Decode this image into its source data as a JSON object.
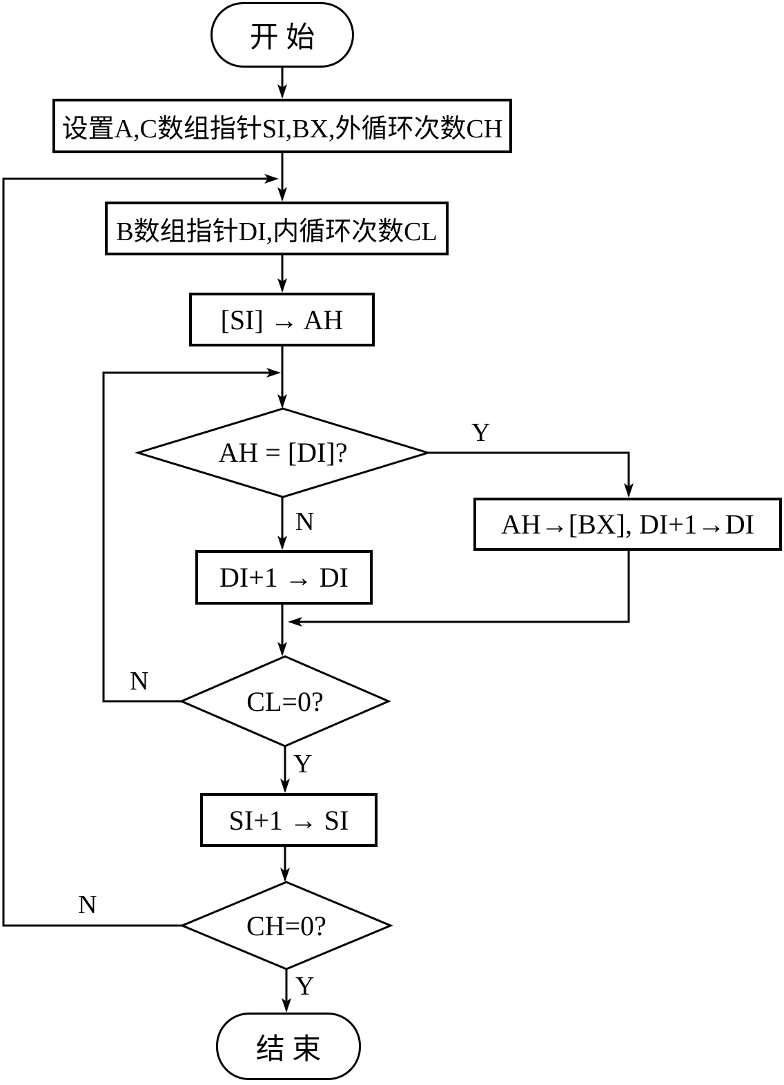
{
  "flowchart": {
    "nodes": {
      "start": {
        "type": "terminal",
        "label": "开 始"
      },
      "init_outer": {
        "type": "process",
        "label": "设置A,C数组指针SI,BX,外循环次数CH"
      },
      "init_inner": {
        "type": "process",
        "label": "B数组指针DI,内循环次数CL"
      },
      "load_ah": {
        "type": "process",
        "label": "[SI] → AH"
      },
      "compare": {
        "type": "decision",
        "label": "AH = [DI]?"
      },
      "store_match": {
        "type": "process",
        "label": "AH→[BX], DI+1→DI"
      },
      "inc_di": {
        "type": "process",
        "label": "DI+1 → DI"
      },
      "cl_zero": {
        "type": "decision",
        "label": "CL=0?"
      },
      "inc_si": {
        "type": "process",
        "label": "SI+1 → SI"
      },
      "ch_zero": {
        "type": "decision",
        "label": "CH=0?"
      },
      "end": {
        "type": "terminal",
        "label": "结 束"
      }
    },
    "branch_labels": {
      "compare_yes": "Y",
      "compare_no": "N",
      "cl_zero_no": "N",
      "cl_zero_yes": "Y",
      "ch_zero_no": "N",
      "ch_zero_yes": "Y"
    },
    "edges": [
      {
        "from": "start",
        "to": "init_outer",
        "label": ""
      },
      {
        "from": "init_outer",
        "to": "init_inner",
        "label": ""
      },
      {
        "from": "init_inner",
        "to": "load_ah",
        "label": ""
      },
      {
        "from": "load_ah",
        "to": "compare",
        "label": ""
      },
      {
        "from": "compare",
        "to": "store_match",
        "label": "Y"
      },
      {
        "from": "compare",
        "to": "inc_di",
        "label": "N"
      },
      {
        "from": "store_match",
        "to": "cl_zero",
        "label": ""
      },
      {
        "from": "inc_di",
        "to": "cl_zero",
        "label": ""
      },
      {
        "from": "cl_zero",
        "to": "compare",
        "label": "N"
      },
      {
        "from": "cl_zero",
        "to": "inc_si",
        "label": "Y"
      },
      {
        "from": "inc_si",
        "to": "ch_zero",
        "label": ""
      },
      {
        "from": "ch_zero",
        "to": "init_inner",
        "label": "N"
      },
      {
        "from": "ch_zero",
        "to": "end",
        "label": "Y"
      }
    ],
    "colors": {
      "line": "#000000",
      "background": "#ffffff"
    }
  }
}
